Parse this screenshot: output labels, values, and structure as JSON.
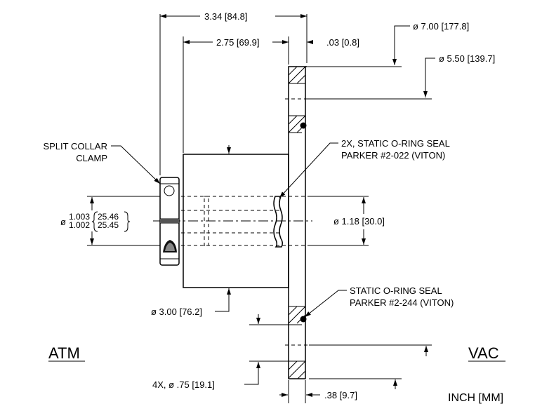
{
  "side_labels": {
    "left": "ATM",
    "right": "VAC"
  },
  "units_note": "INCH [MM]",
  "dimensions": {
    "overall_length": "3.34 [84.8]",
    "body_length": "2.75 [69.9]",
    "flange_offset": ".03 [0.8]",
    "flange_od": "ø 7.00 [177.8]",
    "bolt_circle": "ø 5.50 [139.7]",
    "bore": "ø 1.18 [30.0]",
    "body_diameter": "ø 3.00 [76.2]",
    "bolt_holes": "4X, ø .75 [19.1]",
    "flange_thickness": ".38 [9.7]",
    "shaft_diameter": {
      "prefix": "ø",
      "upper_inch": "1.003",
      "lower_inch": "1.002",
      "upper_mm": "25.46",
      "lower_mm": "25.45"
    }
  },
  "callouts": {
    "collar_clamp": [
      "SPLIT COLLAR",
      "CLAMP"
    ],
    "oring_022": [
      "2X, STATIC O-RING SEAL",
      "PARKER #2-022 (VITON)"
    ],
    "oring_244": [
      "STATIC O-RING SEAL",
      "PARKER #2-244 (VITON)"
    ]
  }
}
